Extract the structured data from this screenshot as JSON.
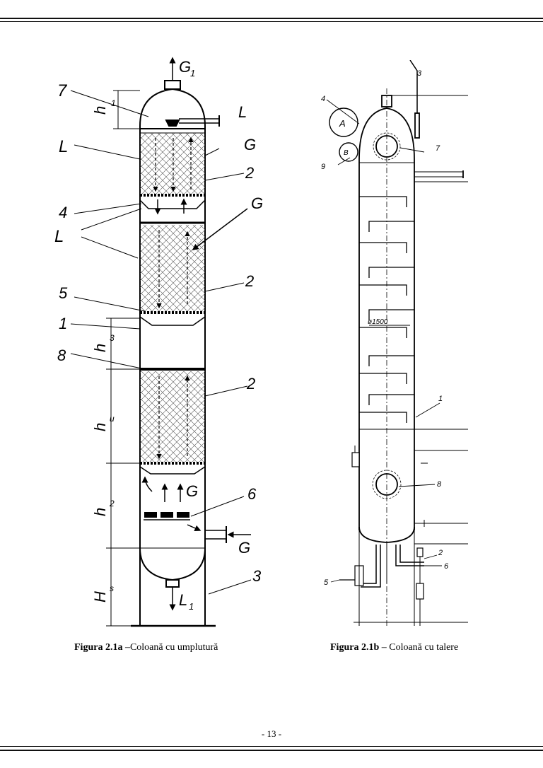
{
  "figure_a": {
    "labels": {
      "G1": "G",
      "G1_sub": "1",
      "n7": "7",
      "h1": "h",
      "h1_sub": "1",
      "L_top": "L",
      "L_left": "L",
      "G_right": "G",
      "n2a": "2",
      "n4": "4",
      "G_mid": "G",
      "L_mid": "L",
      "n2b": "2",
      "n5": "5",
      "n1": "1",
      "h3": "h",
      "h3_sub": "3",
      "n8": "8",
      "n2c": "2",
      "hu": "h",
      "hu_sub": "u",
      "h2": "h",
      "h2_sub": "2",
      "n6": "6",
      "G_arrow": "G",
      "G_inlet": "G",
      "Hs": "H",
      "Hs_sub": "s",
      "n3": "3",
      "L1": "L",
      "L1_sub": "1"
    },
    "caption_bold": "Figura 2.1a",
    "caption_text": " –Coloană cu umplutură"
  },
  "figure_b": {
    "labels": {
      "n3": "3",
      "n4": "4",
      "A": "A",
      "n7": "7",
      "n9": "9",
      "B": "B",
      "diam": "ø1500",
      "n1": "1",
      "n8": "8",
      "n2": "2",
      "n6": "6",
      "n5": "5"
    },
    "caption_bold": "Figura 2.1b",
    "caption_text": " – Coloană cu talere"
  },
  "page_number": "- 13 -"
}
